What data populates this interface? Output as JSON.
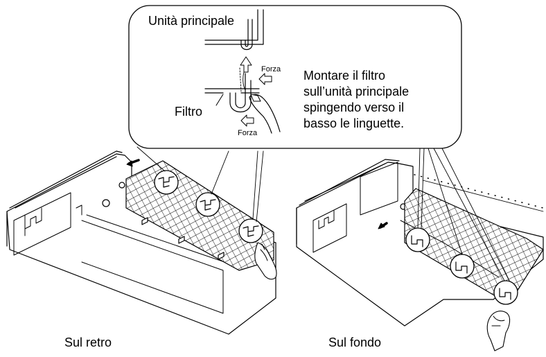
{
  "callout": {
    "main_unit_label": "Unità principale",
    "filter_label": "Filtro",
    "force_label_top": "Forza",
    "force_label_bottom": "Forza",
    "instruction_lines": [
      "Montare il filtro",
      "sull’unità principale",
      "spingendo verso il",
      "basso le linguette."
    ]
  },
  "captions": {
    "left": "Sul retro",
    "right": "Sul fondo"
  }
}
